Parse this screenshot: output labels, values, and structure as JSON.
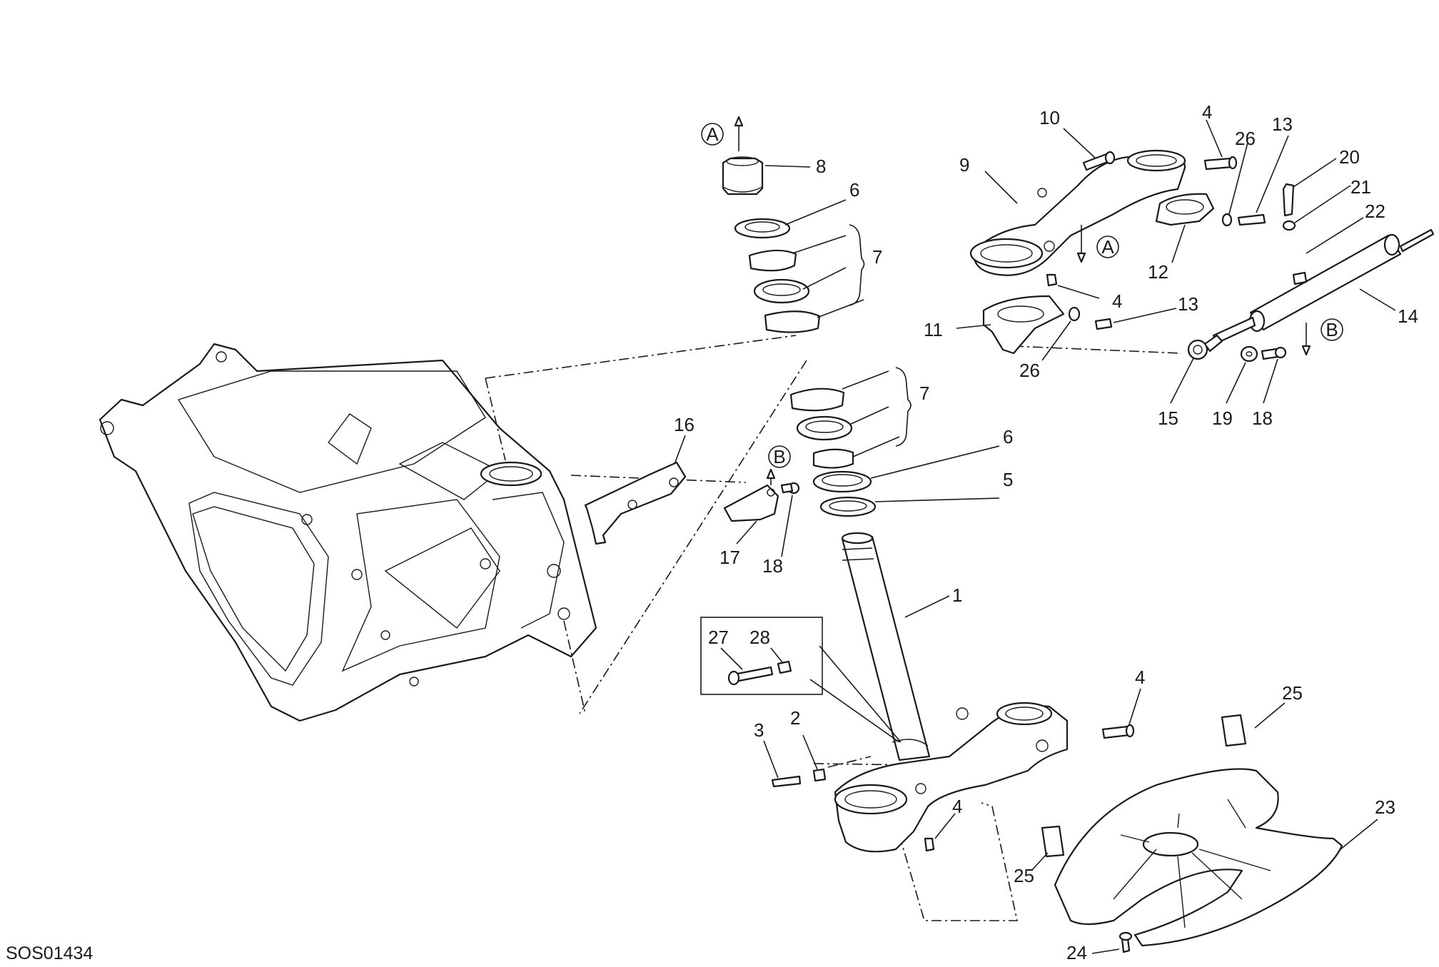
{
  "drawing_code": "SOS01434",
  "callouts": {
    "c1": "1",
    "c2": "2",
    "c3": "3",
    "c4a": "4",
    "c4b": "4",
    "c4c": "4",
    "c4d": "4",
    "c5": "5",
    "c6a": "6",
    "c6b": "6",
    "c7a": "7",
    "c7b": "7",
    "c8": "8",
    "c9": "9",
    "c10": "10",
    "c11": "11",
    "c12": "12",
    "c13a": "13",
    "c13b": "13",
    "c14": "14",
    "c15": "15",
    "c16": "16",
    "c17": "17",
    "c18a": "18",
    "c18b": "18",
    "c19": "19",
    "c20": "20",
    "c21": "21",
    "c22": "22",
    "c23": "23",
    "c24": "24",
    "c25a": "25",
    "c25b": "25",
    "c26a": "26",
    "c26b": "26",
    "c27": "27",
    "c28": "28"
  },
  "reference_markers": {
    "a1": "A",
    "a2": "A",
    "b1": "B",
    "b2": "B"
  }
}
